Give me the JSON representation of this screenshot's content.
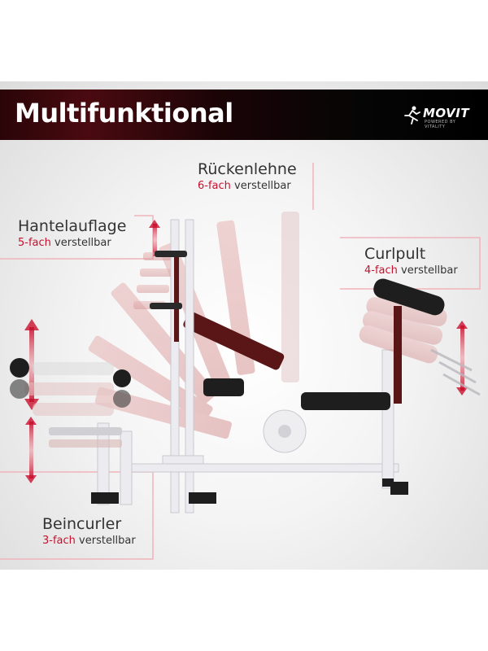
{
  "banner": {
    "title": "Multifunktional"
  },
  "logo": {
    "brand": "MOVIT",
    "tagline": "POWERED BY VITALITY"
  },
  "labels": {
    "backrest": {
      "title": "Rückenlehne",
      "highlight": "6-fach",
      "rest": " verstellbar"
    },
    "rack": {
      "title": "Hantelauflage",
      "highlight": "5-fach",
      "rest": " verstellbar"
    },
    "curl": {
      "title": "Curlpult",
      "highlight": "4-fach",
      "rest": " verstellbar"
    },
    "leg": {
      "title": "Beincurler",
      "highlight": "3-fach",
      "rest": " verstellbar"
    }
  },
  "colors": {
    "accent": "#c8102e",
    "frame": "#f0b4bc",
    "bench_frame": "#e9e9ee",
    "upholstery": "#5a1616"
  },
  "icons": [
    "runner-logo-icon",
    "up-down-arrow-icon"
  ]
}
